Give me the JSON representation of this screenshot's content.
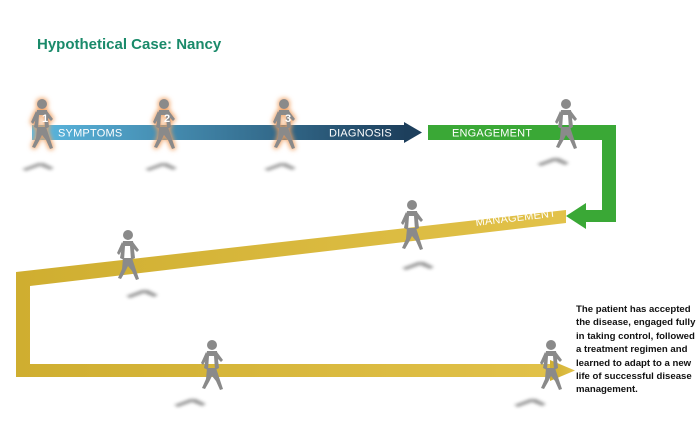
{
  "title": "Hypothetical Case: Nancy",
  "stages": {
    "symptoms": "SYMPTOMS",
    "diagnosis": "DIAGNOSIS",
    "engagement": "ENGAGEMENT",
    "management": "MANAGEMENT"
  },
  "figure_numbers": [
    "1",
    "2",
    "3"
  ],
  "note": "The patient has accepted the disease, engaged fully in taking control, followed a treatment regimen and learned to adapt to a new life of successful disease management.",
  "colors": {
    "title": "#1a8a6a",
    "arrow_blue_start": "#5bb8e0",
    "arrow_blue_end": "#1d3f5c",
    "arrow_green": "#3aa836",
    "arrow_gold": "#d8b838",
    "figure": "#8a8a8a",
    "glow": "#f0a060"
  }
}
